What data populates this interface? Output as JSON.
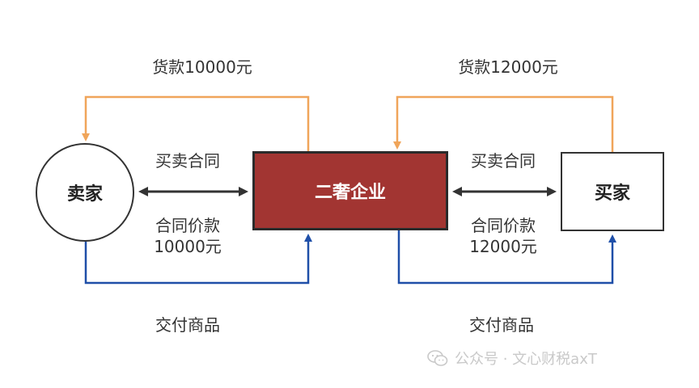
{
  "nodes": {
    "seller": "卖家",
    "company": "二奢企业",
    "buyer": "买家"
  },
  "labels": {
    "payment_left": "货款10000元",
    "payment_right": "货款12000元",
    "contract_left": "买卖合同",
    "contract_right": "买卖合同",
    "price_left_line1": "合同价款",
    "price_left_line2": "10000元",
    "price_right_line1": "合同价款",
    "price_right_line2": "12000元",
    "deliver_left": "交付商品",
    "deliver_right": "交付商品"
  },
  "watermark": {
    "text": "公众号 · 文心财税axT",
    "icon": "wechat-icon"
  },
  "colors": {
    "payment_flow": "#f0a55a",
    "goods_flow": "#1f4fa8",
    "contract_flow": "#333333",
    "company_fill": "#a23532"
  }
}
